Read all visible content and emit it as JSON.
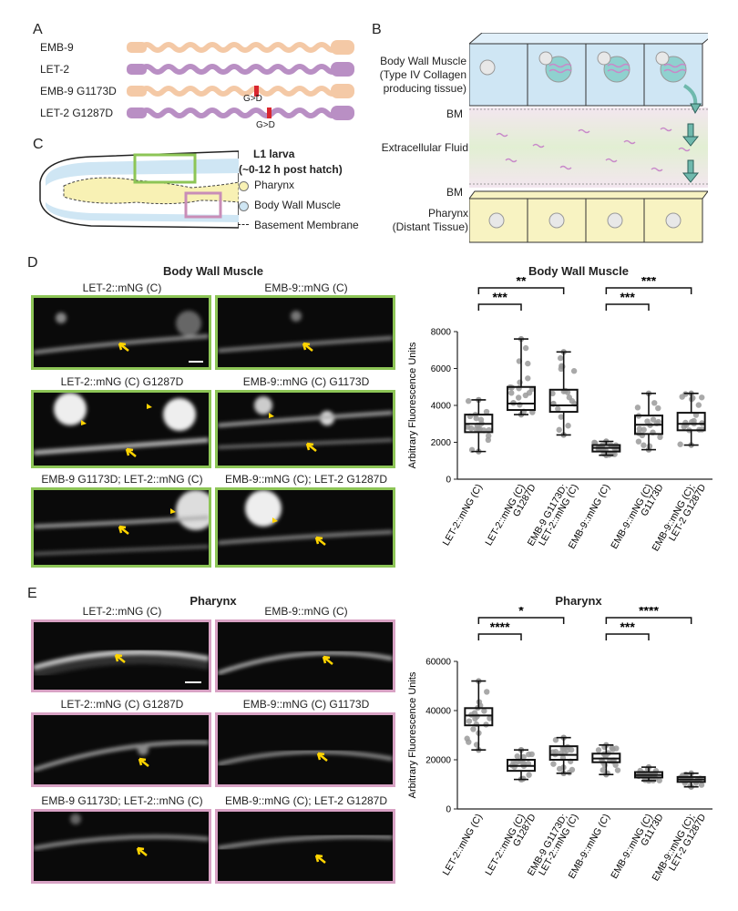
{
  "panelA": {
    "label": "A",
    "rows": [
      {
        "name": "EMB-9",
        "color": "#f4c9a6"
      },
      {
        "name": "LET-2",
        "color": "#b98fc4"
      },
      {
        "name": "EMB-9 G1173D",
        "color": "#f4c9a6",
        "mutation": "G>D"
      },
      {
        "name": "LET-2 G1287D",
        "color": "#b98fc4",
        "mutation": "G>D"
      }
    ]
  },
  "panelB": {
    "label": "B",
    "muscle_label": "Body Wall Muscle",
    "muscle_sub": "(Type IV Collagen",
    "muscle_sub2": "producing tissue)",
    "bm_top": "BM",
    "fluid": "Extracellular Fluid",
    "bm_bottom": "BM",
    "pharynx": "Pharynx",
    "pharynx_sub": "(Distant Tissue)"
  },
  "panelC": {
    "label": "C",
    "title": "L1 larva",
    "subtitle": "(~0-12 h post hatch)",
    "legend": [
      "Pharynx",
      "Body Wall Muscle",
      "Basement Membrane"
    ]
  },
  "panelD": {
    "label": "D",
    "heading": "Body Wall Muscle",
    "images": [
      "LET-2::mNG (C)",
      "EMB-9::mNG (C)",
      "LET-2::mNG (C) G1287D",
      "EMB-9::mNG (C) G1173D",
      "EMB-9 G1173D; LET-2::mNG (C)",
      "EMB-9::mNG (C); LET-2 G1287D"
    ]
  },
  "panelE": {
    "label": "E",
    "heading": "Pharynx",
    "images": [
      "LET-2::mNG (C)",
      "EMB-9::mNG (C)",
      "LET-2::mNG (C) G1287D",
      "EMB-9::mNG (C) G1173D",
      "EMB-9 G1173D; LET-2::mNG (C)",
      "EMB-9::mNG (C); LET-2 G1287D"
    ]
  },
  "chart_data": [
    {
      "type": "box",
      "title": "Body Wall Muscle",
      "ylabel": "Arbitrary Fluorescence Units",
      "ylim": [
        0,
        8000
      ],
      "yticks": [
        0,
        2000,
        4000,
        6000,
        8000
      ],
      "categories": [
        "LET-2::mNG (C)",
        "LET-2::mNG (C) G1287D",
        "EMB-9 G1173D; LET-2::mNG (C)",
        "EMB-9::mNG (C)",
        "EMB-9::mNG (C) G1173D",
        "EMB-9::mNG (C); LET-2 G1287D"
      ],
      "category_lines": [
        [
          "LET-2::mNG (C)"
        ],
        [
          "LET-2::mNG (C)",
          "G1287D"
        ],
        [
          "EMB-9 G1173D;",
          "LET-2::mNG (C)"
        ],
        [
          "EMB-9::mNG (C)"
        ],
        [
          "EMB-9::mNG (C)",
          "G1173D"
        ],
        [
          "EMB-9::mNG (C);",
          "LET-2 G1287D"
        ]
      ],
      "boxes": [
        {
          "min": 1500,
          "q1": 2550,
          "median": 3000,
          "q3": 3500,
          "max": 4300
        },
        {
          "min": 3500,
          "q1": 3750,
          "median": 4100,
          "q3": 5000,
          "max": 7600
        },
        {
          "min": 2400,
          "q1": 3650,
          "median": 4000,
          "q3": 4850,
          "max": 6900
        },
        {
          "min": 1300,
          "q1": 1500,
          "median": 1700,
          "q3": 1850,
          "max": 2050
        },
        {
          "min": 1600,
          "q1": 2450,
          "median": 2950,
          "q3": 3450,
          "max": 4650
        },
        {
          "min": 1850,
          "q1": 2650,
          "median": 3000,
          "q3": 3600,
          "max": 4650
        }
      ],
      "significance": [
        {
          "from": 0,
          "to": 1,
          "label": "***"
        },
        {
          "from": 0,
          "to": 2,
          "label": "**"
        },
        {
          "from": 3,
          "to": 4,
          "label": "***"
        },
        {
          "from": 3,
          "to": 5,
          "label": "***"
        }
      ]
    },
    {
      "type": "box",
      "title": "Pharynx",
      "ylabel": "Arbitrary Fluorescence Units",
      "ylim": [
        0,
        60000
      ],
      "yticks": [
        0,
        20000,
        40000,
        60000
      ],
      "categories": [
        "LET-2::mNG (C)",
        "LET-2::mNG (C) G1287D",
        "EMB-9 G1173D; LET-2::mNG (C)",
        "EMB-9::mNG (C)",
        "EMB-9::mNG (C) G1173D",
        "EMB-9::mNG (C); LET-2 G1287D"
      ],
      "category_lines": [
        [
          "LET-2::mNG (C)"
        ],
        [
          "LET-2::mNG (C)",
          "G1287D"
        ],
        [
          "EMB-9 G1173D;",
          "LET-2::mNG (C)"
        ],
        [
          "EMB-9::mNG (C)"
        ],
        [
          "EMB-9::mNG (C)",
          "G1173D"
        ],
        [
          "EMB-9::mNG (C);",
          "LET-2 G1287D"
        ]
      ],
      "boxes": [
        {
          "min": 24000,
          "q1": 34000,
          "median": 38000,
          "q3": 41000,
          "max": 52000
        },
        {
          "min": 12000,
          "q1": 15500,
          "median": 17500,
          "q3": 20000,
          "max": 24000
        },
        {
          "min": 14500,
          "q1": 20000,
          "median": 22000,
          "q3": 25500,
          "max": 29000
        },
        {
          "min": 14000,
          "q1": 19000,
          "median": 20500,
          "q3": 22500,
          "max": 26000
        },
        {
          "min": 11500,
          "q1": 12800,
          "median": 13800,
          "q3": 15000,
          "max": 17000
        },
        {
          "min": 9000,
          "q1": 11000,
          "median": 12000,
          "q3": 13000,
          "max": 14500
        }
      ],
      "significance": [
        {
          "from": 0,
          "to": 1,
          "label": "****"
        },
        {
          "from": 0,
          "to": 2,
          "label": "*"
        },
        {
          "from": 3,
          "to": 4,
          "label": "***"
        },
        {
          "from": 3,
          "to": 5,
          "label": "****"
        }
      ]
    }
  ]
}
